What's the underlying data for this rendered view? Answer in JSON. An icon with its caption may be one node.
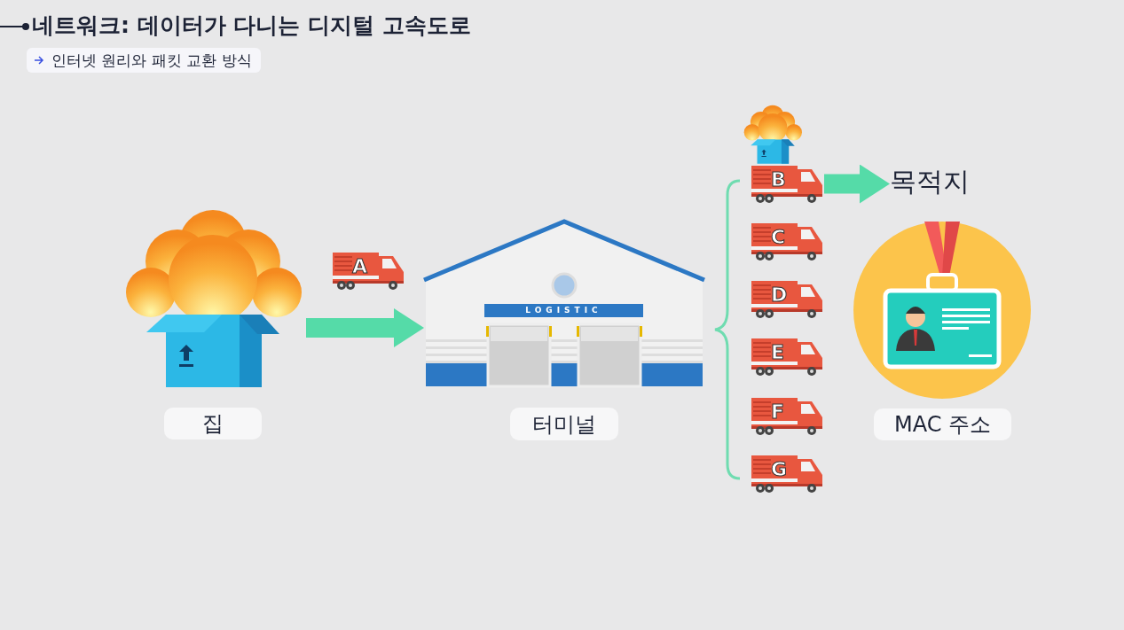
{
  "diagram": {
    "title": "네트워크: 데이터가 다니는 디지털 고속도로",
    "nodes": [
      {
        "text": [
          "집"
        ]
      },
      {
        "text": [
          "A"
        ]
      },
      {
        "text": [
          "LOGISTIC",
          "터미널"
        ]
      },
      {
        "text": [
          "B"
        ]
      },
      {
        "text": [
          "C"
        ]
      },
      {
        "text": [
          "D"
        ]
      },
      {
        "text": [
          "E"
        ]
      },
      {
        "text": [
          "F"
        ]
      },
      {
        "text": [
          "G"
        ]
      },
      {
        "text": [
          "목적지"
        ]
      },
      {
        "text": [
          "MAC 주소"
        ]
      }
    ],
    "edges": [
      {
        "from": 0,
        "to": 2,
        "arrow": "to"
      },
      {
        "from": 3,
        "to": 9,
        "arrow": "to"
      }
    ],
    "labels": [
      "인터넷 원리와 패킷 교환 방식"
    ]
  }
}
